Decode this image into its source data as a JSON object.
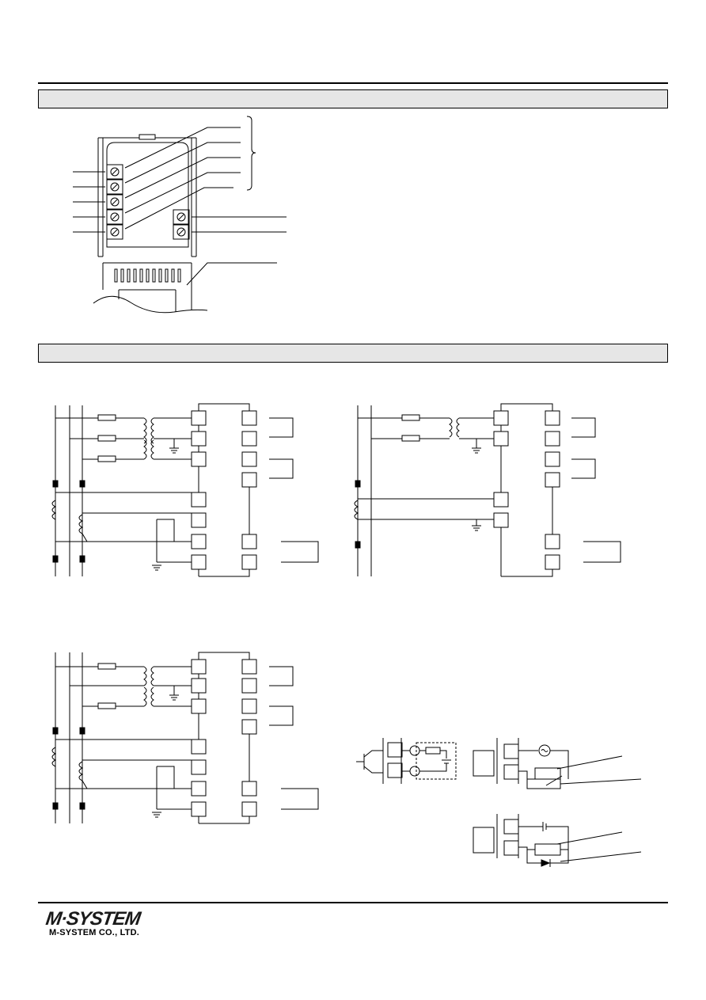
{
  "sections": [
    {
      "id": "terminal-assignments",
      "title": ""
    },
    {
      "id": "connection-diagram",
      "title": ""
    }
  ],
  "footer": {
    "logo_text": "M·SYSTEM",
    "company": "M-SYSTEM CO., LTD."
  }
}
